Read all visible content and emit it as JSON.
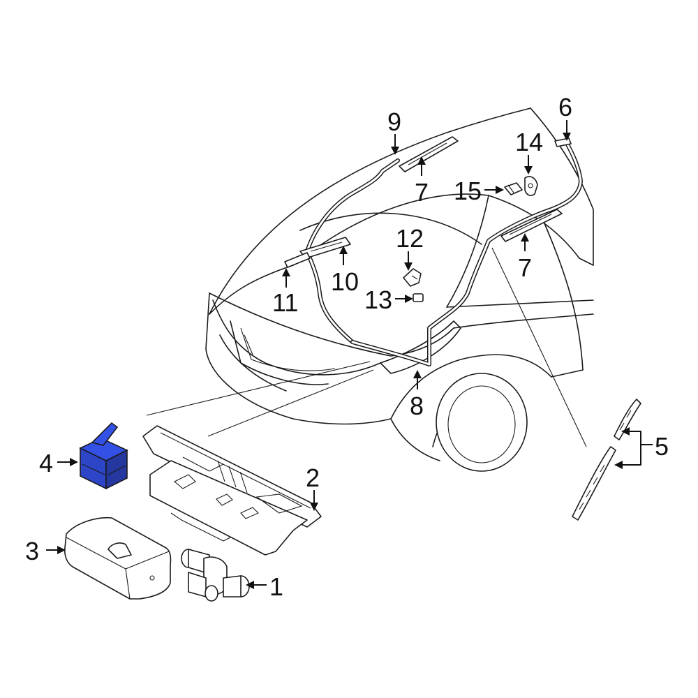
{
  "highlight_color": "#2d46c8",
  "callouts": [
    {
      "id": "1",
      "label": "1"
    },
    {
      "id": "2",
      "label": "2"
    },
    {
      "id": "3",
      "label": "3"
    },
    {
      "id": "4",
      "label": "4"
    },
    {
      "id": "5",
      "label": "5"
    },
    {
      "id": "6",
      "label": "6"
    },
    {
      "id": "7a",
      "label": "7"
    },
    {
      "id": "7b",
      "label": "7"
    },
    {
      "id": "8",
      "label": "8"
    },
    {
      "id": "9",
      "label": "9"
    },
    {
      "id": "10",
      "label": "10"
    },
    {
      "id": "11",
      "label": "11"
    },
    {
      "id": "12",
      "label": "12"
    },
    {
      "id": "13",
      "label": "13"
    },
    {
      "id": "14",
      "label": "14"
    },
    {
      "id": "15",
      "label": "15"
    }
  ]
}
